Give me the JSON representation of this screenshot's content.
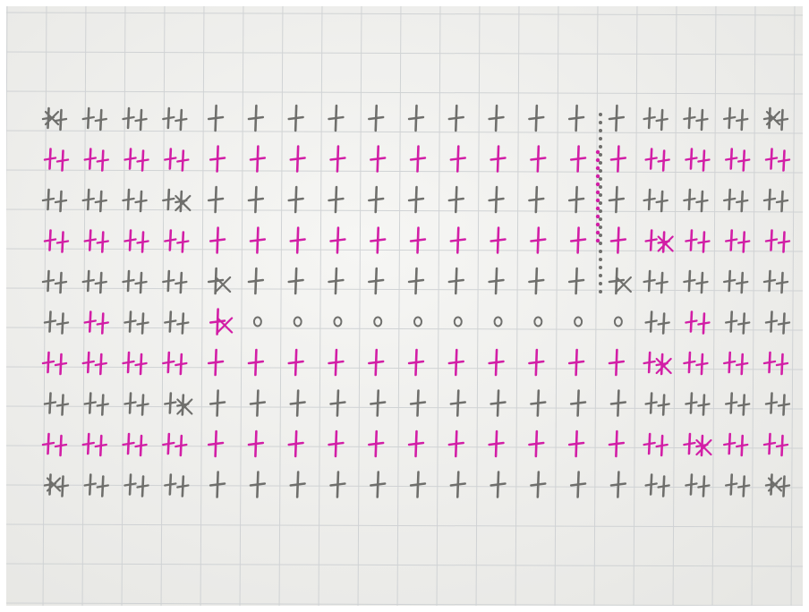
{
  "photo": {
    "subject": "",
    "colors": {
      "paper": "#f1f1ef",
      "paper_shadow": "#e7e7e4",
      "grid_line": "#cdd0d2",
      "pencil": "#6f6f6c",
      "magenta": "#d21ea6"
    },
    "chart": {
      "columns": 19,
      "rows": 10,
      "row_colors": [
        "pencil",
        "magenta",
        "pencil",
        "magenta",
        "pencil",
        "mixed",
        "magenta",
        "pencil",
        "magenta",
        "pencil"
      ],
      "center_row_symbol": "o",
      "corner_symbol": "x"
    }
  }
}
